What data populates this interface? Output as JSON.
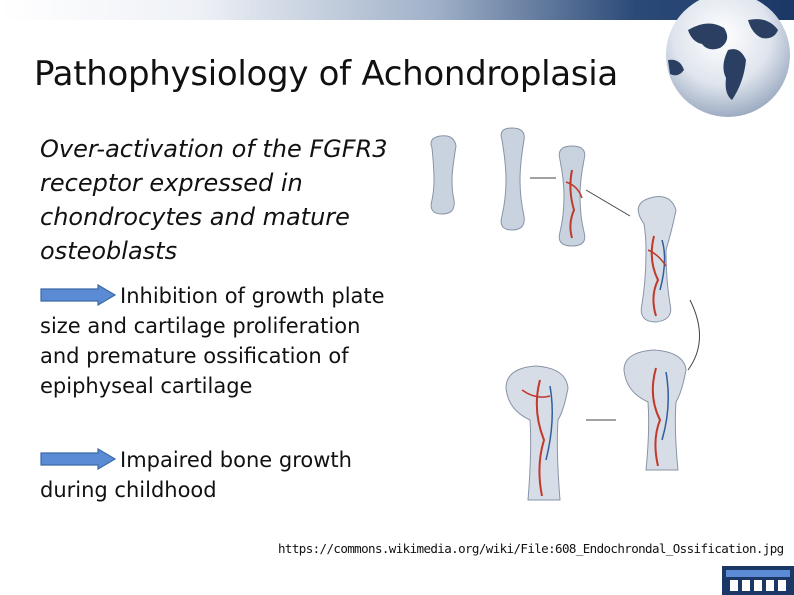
{
  "slide": {
    "title": "Pathophysiology of Achondroplasia",
    "intro": "Over-activation of the FGFR3 receptor expressed in chondrocytes and mature osteoblasts",
    "points": [
      {
        "text": "Inhibition of growth plate size and cartilage proliferation and premature ossification of epiphyseal cartilage",
        "arrow_icon": "right-arrow-icon",
        "arrow_color": "#5b8bd4"
      },
      {
        "text": "Impaired bone growth during childhood",
        "arrow_icon": "right-arrow-icon",
        "arrow_color": "#5b8bd4"
      }
    ],
    "image_credit": "https://commons.wikimedia.org/wiki/File:608_Endochrondal_Ossification.jpg"
  },
  "colors": {
    "accent": "#1b3766",
    "arrow_fill": "#5b8bd4",
    "arrow_stroke": "#3a6aa8"
  }
}
